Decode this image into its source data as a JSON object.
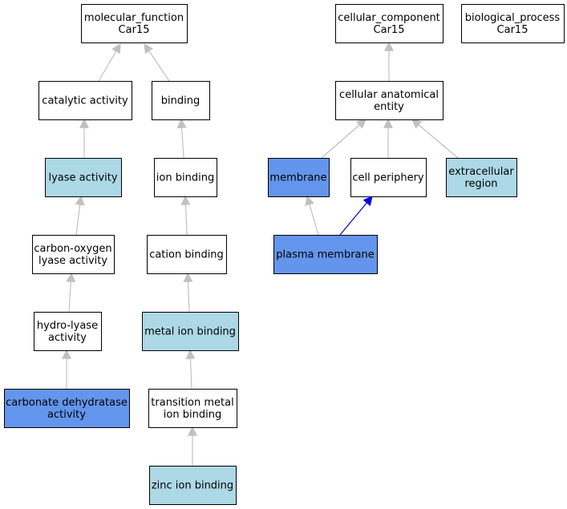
{
  "colors": {
    "default_fill": "#ffffff",
    "light_blue_fill": "#add8e6",
    "blue_fill": "#6495ed",
    "edge_gray": "#c0c0c0",
    "edge_blue": "#0000ee"
  },
  "nodes": [
    {
      "id": "mf",
      "lines": [
        "molecular_function",
        "Car15"
      ],
      "fill": "default"
    },
    {
      "id": "cc",
      "lines": [
        "cellular_component",
        "Car15"
      ],
      "fill": "default"
    },
    {
      "id": "bp",
      "lines": [
        "biological_process",
        "Car15"
      ],
      "fill": "default"
    },
    {
      "id": "cat",
      "lines": [
        "catalytic activity"
      ],
      "fill": "default"
    },
    {
      "id": "bind",
      "lines": [
        "binding"
      ],
      "fill": "default"
    },
    {
      "id": "cae",
      "lines": [
        "cellular anatomical",
        "entity"
      ],
      "fill": "default"
    },
    {
      "id": "lyase",
      "lines": [
        "lyase activity"
      ],
      "fill": "light_blue"
    },
    {
      "id": "ionb",
      "lines": [
        "ion binding"
      ],
      "fill": "default"
    },
    {
      "id": "mem",
      "lines": [
        "membrane"
      ],
      "fill": "blue"
    },
    {
      "id": "cper",
      "lines": [
        "cell periphery"
      ],
      "fill": "default"
    },
    {
      "id": "extr",
      "lines": [
        "extracellular",
        "region"
      ],
      "fill": "light_blue"
    },
    {
      "id": "colyase",
      "lines": [
        "carbon-oxygen",
        "lyase activity"
      ],
      "fill": "default"
    },
    {
      "id": "catb",
      "lines": [
        "cation binding"
      ],
      "fill": "default"
    },
    {
      "id": "pmem",
      "lines": [
        "plasma membrane"
      ],
      "fill": "blue"
    },
    {
      "id": "hydro",
      "lines": [
        "hydro-lyase",
        "activity"
      ],
      "fill": "default"
    },
    {
      "id": "metb",
      "lines": [
        "metal ion binding"
      ],
      "fill": "light_blue"
    },
    {
      "id": "cdh",
      "lines": [
        "carbonate dehydratase",
        "activity"
      ],
      "fill": "blue"
    },
    {
      "id": "tmb",
      "lines": [
        "transition metal",
        "ion binding"
      ],
      "fill": "default"
    },
    {
      "id": "zinc",
      "lines": [
        "zinc ion binding"
      ],
      "fill": "light_blue"
    }
  ],
  "edges": [
    {
      "from": "cat",
      "to": "mf",
      "color": "gray"
    },
    {
      "from": "bind",
      "to": "mf",
      "color": "gray"
    },
    {
      "from": "lyase",
      "to": "cat",
      "color": "gray"
    },
    {
      "from": "ionb",
      "to": "bind",
      "color": "gray"
    },
    {
      "from": "colyase",
      "to": "lyase",
      "color": "gray"
    },
    {
      "from": "catb",
      "to": "ionb",
      "color": "gray"
    },
    {
      "from": "hydro",
      "to": "colyase",
      "color": "gray"
    },
    {
      "from": "metb",
      "to": "catb",
      "color": "gray"
    },
    {
      "from": "cdh",
      "to": "hydro",
      "color": "gray"
    },
    {
      "from": "tmb",
      "to": "metb",
      "color": "gray"
    },
    {
      "from": "zinc",
      "to": "tmb",
      "color": "gray"
    },
    {
      "from": "cae",
      "to": "cc",
      "color": "gray"
    },
    {
      "from": "mem",
      "to": "cae",
      "color": "gray"
    },
    {
      "from": "cper",
      "to": "cae",
      "color": "gray"
    },
    {
      "from": "extr",
      "to": "cae",
      "color": "gray"
    },
    {
      "from": "pmem",
      "to": "mem",
      "color": "gray"
    },
    {
      "from": "pmem",
      "to": "cper",
      "color": "blue"
    }
  ]
}
